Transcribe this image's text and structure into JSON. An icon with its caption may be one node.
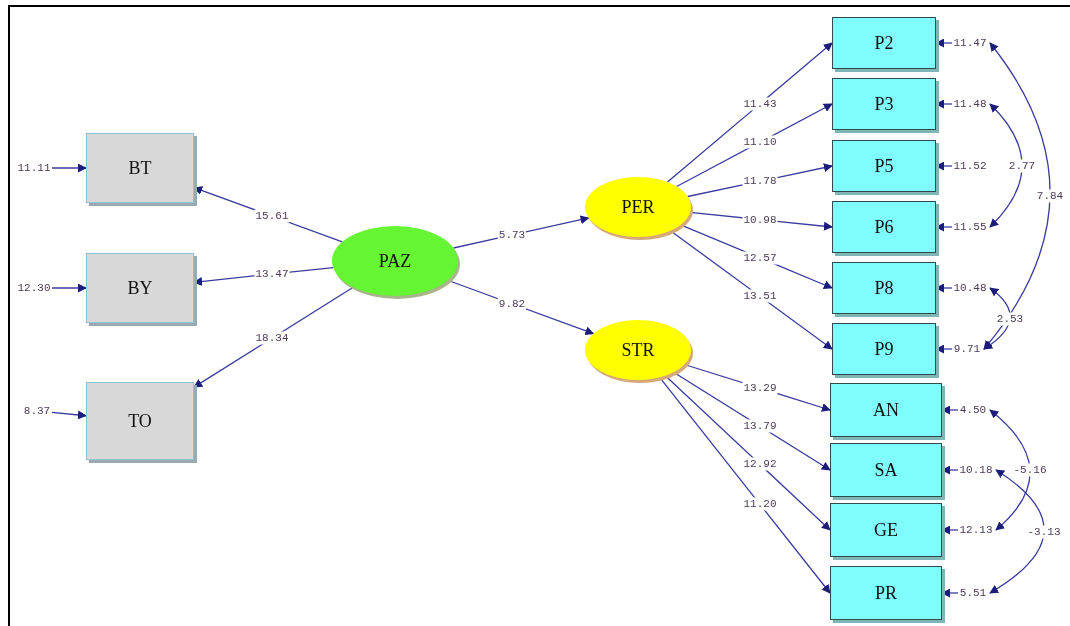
{
  "diagram": {
    "nodes": [
      {
        "text": [
          "BT"
        ]
      },
      {
        "text": [
          "BY"
        ]
      },
      {
        "text": [
          "TO"
        ]
      },
      {
        "text": [
          "PAZ"
        ]
      },
      {
        "text": [
          "PER"
        ]
      },
      {
        "text": [
          "STR"
        ]
      },
      {
        "text": [
          "P2"
        ]
      },
      {
        "text": [
          "P3"
        ]
      },
      {
        "text": [
          "P5"
        ]
      },
      {
        "text": [
          "P6"
        ]
      },
      {
        "text": [
          "P8"
        ]
      },
      {
        "text": [
          "P9"
        ]
      },
      {
        "text": [
          "AN"
        ]
      },
      {
        "text": [
          "SA"
        ]
      },
      {
        "text": [
          "GE"
        ]
      },
      {
        "text": [
          "PR"
        ]
      },
      {
        "text": [
          "11.11"
        ]
      },
      {
        "text": [
          "12.30"
        ]
      },
      {
        "text": [
          "8.37"
        ]
      },
      {
        "text": [
          "11.47"
        ]
      },
      {
        "text": [
          "11.48"
        ]
      },
      {
        "text": [
          "11.52"
        ]
      },
      {
        "text": [
          "11.55"
        ]
      },
      {
        "text": [
          "10.48"
        ]
      },
      {
        "text": [
          "9.71"
        ]
      },
      {
        "text": [
          "4.50"
        ]
      },
      {
        "text": [
          "10.18"
        ]
      },
      {
        "text": [
          "12.13"
        ]
      },
      {
        "text": [
          "5.51"
        ]
      }
    ],
    "edges": [
      {
        "from": 3,
        "to": 0,
        "arrow": "to",
        "label": "15.61"
      },
      {
        "from": 3,
        "to": 1,
        "arrow": "to",
        "label": "13.47"
      },
      {
        "from": 3,
        "to": 2,
        "arrow": "to",
        "label": "18.34"
      },
      {
        "from": 3,
        "to": 4,
        "arrow": "to",
        "label": "5.73"
      },
      {
        "from": 3,
        "to": 5,
        "arrow": "to",
        "label": "9.82"
      },
      {
        "from": 4,
        "to": 6,
        "arrow": "to",
        "label": "11.43"
      },
      {
        "from": 4,
        "to": 7,
        "arrow": "to",
        "label": "11.10"
      },
      {
        "from": 4,
        "to": 8,
        "arrow": "to",
        "label": "11.78"
      },
      {
        "from": 4,
        "to": 9,
        "arrow": "to",
        "label": "10.98"
      },
      {
        "from": 4,
        "to": 10,
        "arrow": "to",
        "label": "12.57"
      },
      {
        "from": 4,
        "to": 11,
        "arrow": "to",
        "label": "13.51"
      },
      {
        "from": 5,
        "to": 12,
        "arrow": "to",
        "label": "13.29"
      },
      {
        "from": 5,
        "to": 13,
        "arrow": "to",
        "label": "13.79"
      },
      {
        "from": 5,
        "to": 14,
        "arrow": "to",
        "label": "12.92"
      },
      {
        "from": 5,
        "to": 15,
        "arrow": "to",
        "label": "11.20"
      },
      {
        "from": 16,
        "to": 0,
        "arrow": "to"
      },
      {
        "from": 17,
        "to": 1,
        "arrow": "to"
      },
      {
        "from": 18,
        "to": 2,
        "arrow": "to"
      },
      {
        "from": 19,
        "to": 6,
        "arrow": "to"
      },
      {
        "from": 20,
        "to": 7,
        "arrow": "to"
      },
      {
        "from": 21,
        "to": 8,
        "arrow": "to"
      },
      {
        "from": 22,
        "to": 9,
        "arrow": "to"
      },
      {
        "from": 23,
        "to": 10,
        "arrow": "to"
      },
      {
        "from": 24,
        "to": 11,
        "arrow": "to"
      },
      {
        "from": 25,
        "to": 12,
        "arrow": "to"
      },
      {
        "from": 26,
        "to": 13,
        "arrow": "to"
      },
      {
        "from": 27,
        "to": 14,
        "arrow": "to"
      },
      {
        "from": 28,
        "to": 15,
        "arrow": "to"
      },
      {
        "from": 19,
        "to": 24,
        "arrow": "both",
        "label": "7.84"
      },
      {
        "from": 20,
        "to": 22,
        "arrow": "both",
        "label": "2.77"
      },
      {
        "from": 23,
        "to": 24,
        "arrow": "both",
        "label": "2.53"
      },
      {
        "from": 25,
        "to": 27,
        "arrow": "both",
        "label": "-5.16"
      },
      {
        "from": 26,
        "to": 28,
        "arrow": "both",
        "label": "-3.13"
      }
    ]
  }
}
